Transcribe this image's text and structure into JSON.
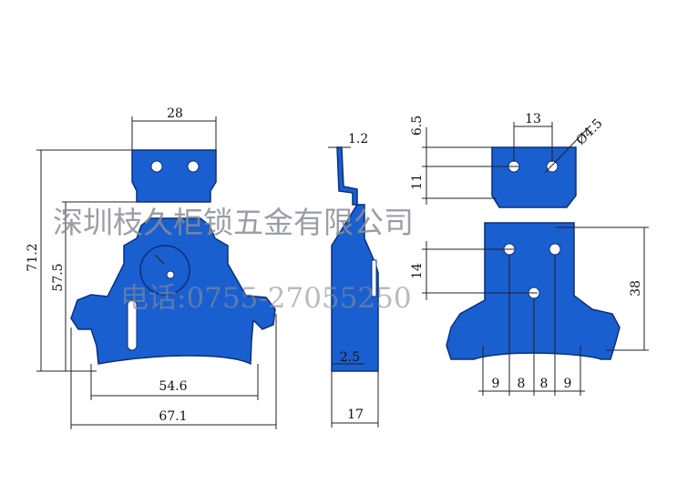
{
  "colors": {
    "part": "#1a5fd0",
    "outline": "#0b2f7a",
    "dimension": "#222222",
    "watermark": "#8a8f96"
  },
  "front_view": {
    "top_width": "28",
    "overall_height": "71.2",
    "body_height": "57.5",
    "inner_width": "54.6",
    "overall_width": "67.1"
  },
  "side_view": {
    "thickness": "1.2",
    "base_height": "2.5",
    "depth": "17"
  },
  "back_view": {
    "hole_spacing": "13",
    "hole_diameter": "Ø4.5",
    "top_offset": "6.5",
    "top_spacing": "11",
    "mid_spacing": "14",
    "lower_height": "38",
    "bottom_dims": [
      "9",
      "8",
      "8",
      "9"
    ]
  },
  "watermark": {
    "company": "深圳枝久柜锁五金有限公司",
    "phone": "电话:0755-27055250"
  }
}
